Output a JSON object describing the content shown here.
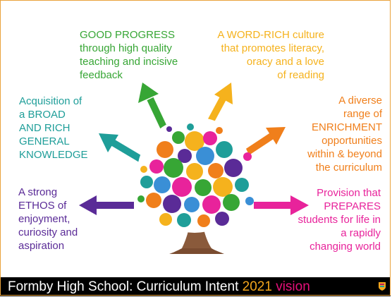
{
  "aims": {
    "progress": [
      "GOOD PROGRESS",
      "through high quality",
      "teaching and incisive",
      "feedback"
    ],
    "word_rich": [
      "A WORD-RICH culture",
      "that promotes literacy,",
      "oracy and a love",
      "of reading"
    ],
    "knowledge": [
      "Acquisition of",
      "a BROAD",
      "AND RICH",
      "GENERAL",
      "KNOWLEDGE"
    ],
    "enrichment": [
      "A diverse",
      "range of",
      "ENRICHMENT",
      "opportunities",
      "within & beyond",
      "the curriculum"
    ],
    "ethos": [
      "A strong",
      "ETHOS of",
      "enjoyment,",
      "curiosity and",
      "aspiration"
    ],
    "prepares": [
      "Provision that",
      "PREPARES",
      "students for life in",
      "a rapidly",
      "changing world"
    ]
  },
  "footer": {
    "title": "Formby High School: Curriculum Intent",
    "year": "2021",
    "vision": "vision"
  },
  "colors": {
    "progress": "#37a635",
    "word_rich": "#f5b21d",
    "knowledge": "#1f9e99",
    "enrichment": "#f07f1b",
    "ethos": "#5a2b97",
    "prepares": "#e8239b"
  }
}
